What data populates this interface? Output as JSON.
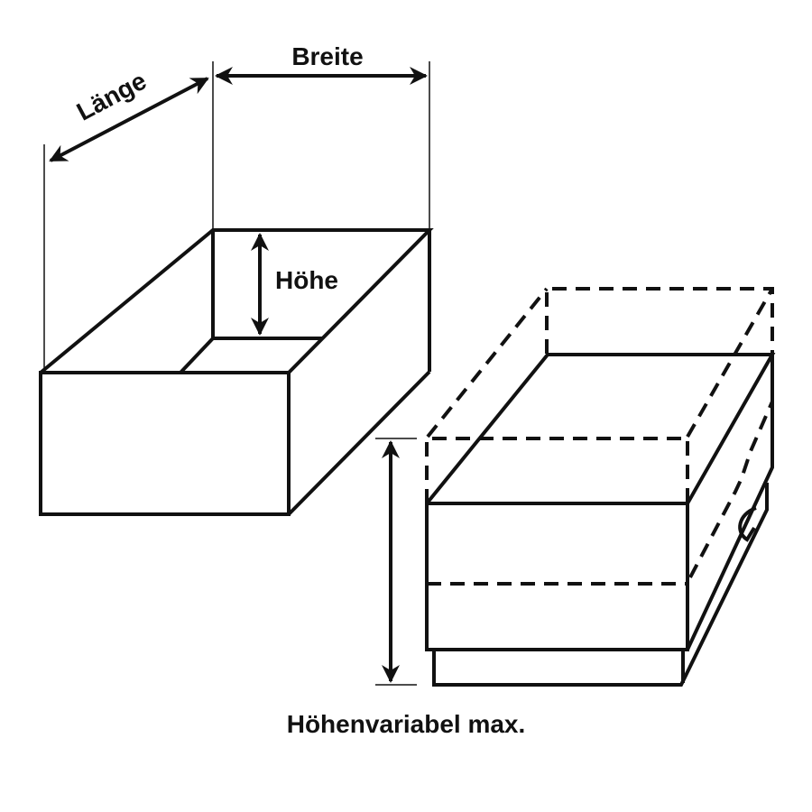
{
  "labels": {
    "length": "Länge",
    "width": "Breite",
    "height": "Höhe",
    "variable_height": "Höhenvariabel max."
  }
}
